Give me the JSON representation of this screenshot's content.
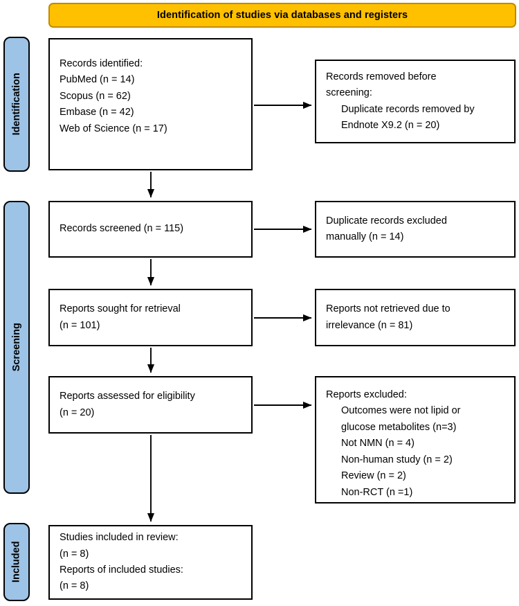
{
  "header": {
    "title": "Identification of studies via databases and registers"
  },
  "stages": [
    {
      "id": "identification",
      "label": "Identification"
    },
    {
      "id": "screening",
      "label": "Screening"
    },
    {
      "id": "included",
      "label": "Included"
    }
  ],
  "boxes": {
    "records_identified": {
      "name": "records-identified-box",
      "lines": [
        {
          "text": "Records identified:",
          "indent": false
        },
        {
          "text": "PubMed (n = 14)",
          "indent": false
        },
        {
          "text": "Scopus (n = 62)",
          "indent": false
        },
        {
          "text": "Embase (n = 42)",
          "indent": false
        },
        {
          "text": "Web of Science (n = 17)",
          "indent": false
        }
      ]
    },
    "records_removed": {
      "name": "records-removed-box",
      "lines": [
        {
          "text": "Records removed before",
          "indent": false
        },
        {
          "text": "screening:",
          "indent": false
        },
        {
          "text": "Duplicate records removed by",
          "indent": true
        },
        {
          "text": "Endnote X9.2 (n = 20)",
          "indent": true
        }
      ]
    },
    "records_screened": {
      "name": "records-screened-box",
      "lines": [
        {
          "text": "Records screened (n = 115)",
          "indent": false
        }
      ]
    },
    "duplicates_excluded": {
      "name": "duplicate-records-excluded-box",
      "lines": [
        {
          "text": "Duplicate records excluded",
          "indent": false
        },
        {
          "text": "manually (n = 14)",
          "indent": false
        }
      ]
    },
    "reports_sought": {
      "name": "reports-sought-box",
      "lines": [
        {
          "text": "Reports sought for retrieval",
          "indent": false
        },
        {
          "text": "(n = 101)",
          "indent": false
        }
      ]
    },
    "reports_not_retrieved": {
      "name": "reports-not-retrieved-box",
      "lines": [
        {
          "text": "Reports not retrieved due to",
          "indent": false
        },
        {
          "text": "irrelevance (n = 81)",
          "indent": false
        }
      ]
    },
    "reports_assessed": {
      "name": "reports-assessed-box",
      "lines": [
        {
          "text": "Reports assessed for eligibility",
          "indent": false
        },
        {
          "text": "(n = 20)",
          "indent": false
        }
      ]
    },
    "reports_excluded": {
      "name": "reports-excluded-box",
      "lines": [
        {
          "text": "Reports excluded:",
          "indent": false
        },
        {
          "text": "Outcomes were not lipid or",
          "indent": true
        },
        {
          "text": "glucose metabolites (n=3)",
          "indent": true
        },
        {
          "text": "Not NMN (n = 4)",
          "indent": true
        },
        {
          "text": "Non-human study (n = 2)",
          "indent": true
        },
        {
          "text": "Review (n = 2)",
          "indent": true
        },
        {
          "text": "Non-RCT (n =1)",
          "indent": true
        }
      ]
    },
    "studies_included": {
      "name": "studies-included-box",
      "lines": [
        {
          "text": "Studies included in review:",
          "indent": false
        },
        {
          "text": "(n = 8)",
          "indent": false
        },
        {
          "text": "Reports of included studies:",
          "indent": false
        },
        {
          "text": "(n = 8)",
          "indent": false
        }
      ]
    }
  },
  "colors": {
    "header_fill": "#FFC000",
    "header_border": "#C08A00",
    "stage_fill": "#9DC3E6",
    "box_border": "#000000",
    "box_fill": "#FFFFFF",
    "arrow": "#000000"
  }
}
